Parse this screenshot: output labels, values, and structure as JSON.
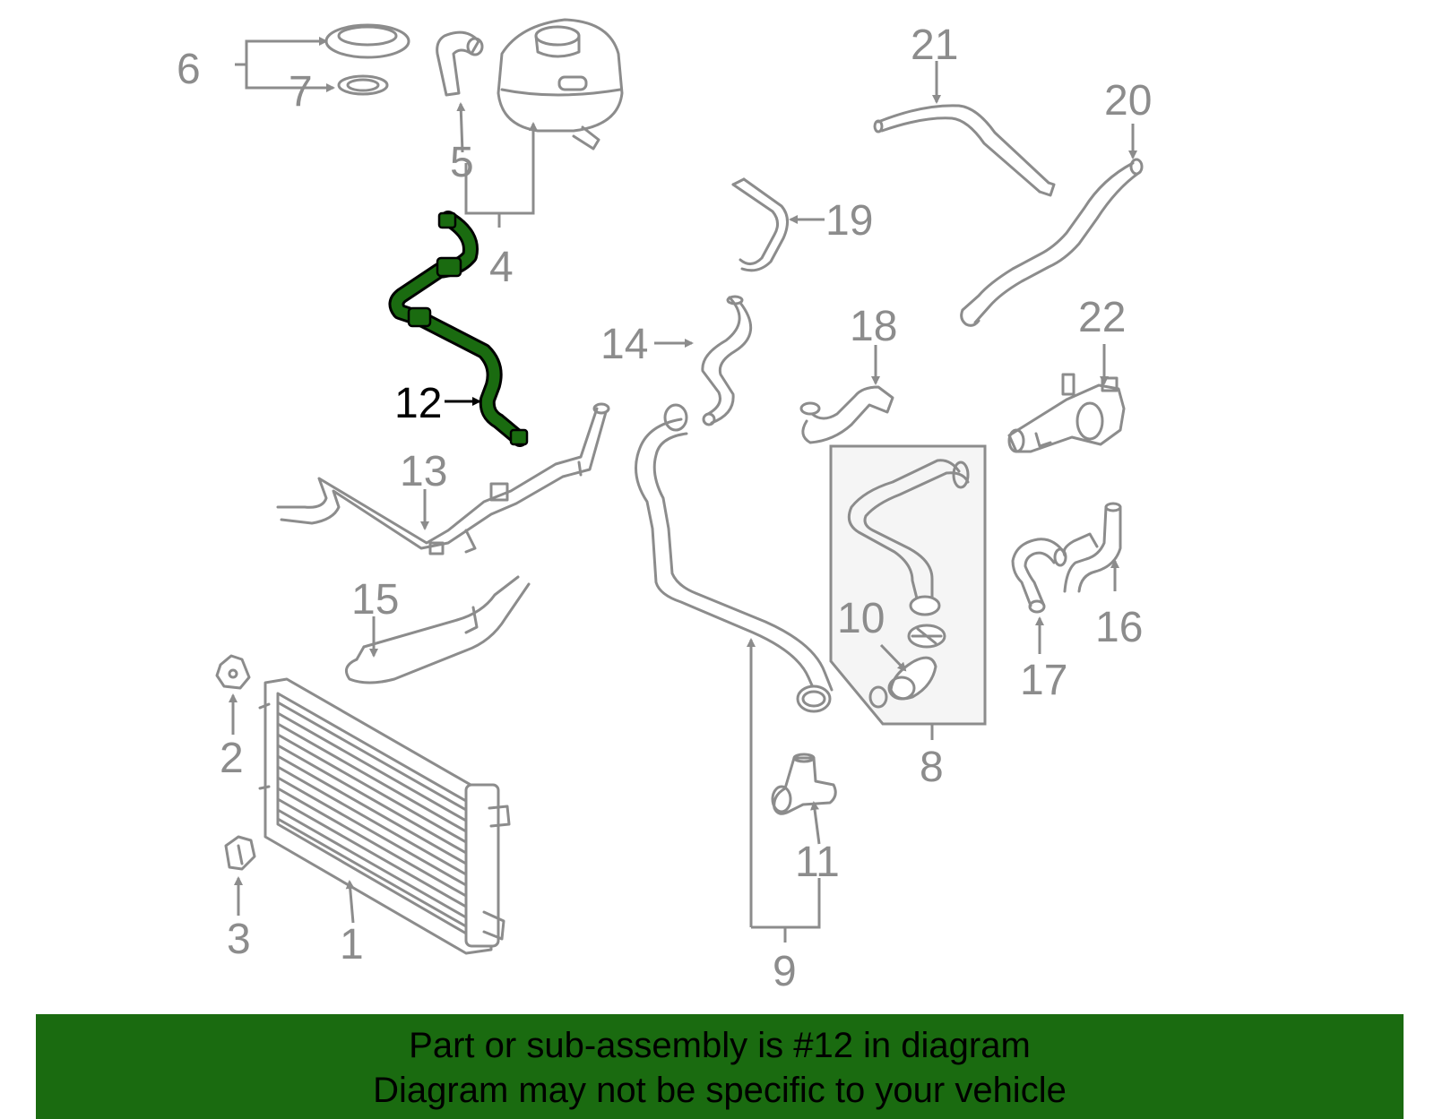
{
  "highlight_color": "#1a6b10",
  "banner_color": "#1a6b10",
  "callouts": {
    "c1": "1",
    "c2": "2",
    "c3": "3",
    "c4": "4",
    "c5": "5",
    "c6": "6",
    "c7": "7",
    "c8": "8",
    "c9": "9",
    "c10": "10",
    "c11": "11",
    "c12": "12",
    "c13": "13",
    "c14": "14",
    "c15": "15",
    "c16": "16",
    "c17": "17",
    "c18": "18",
    "c19": "19",
    "c20": "20",
    "c21": "21",
    "c22": "22"
  },
  "banner": {
    "line1": "Part or sub-assembly is #12 in diagram",
    "line2": "Diagram may not be specific to your vehicle"
  }
}
